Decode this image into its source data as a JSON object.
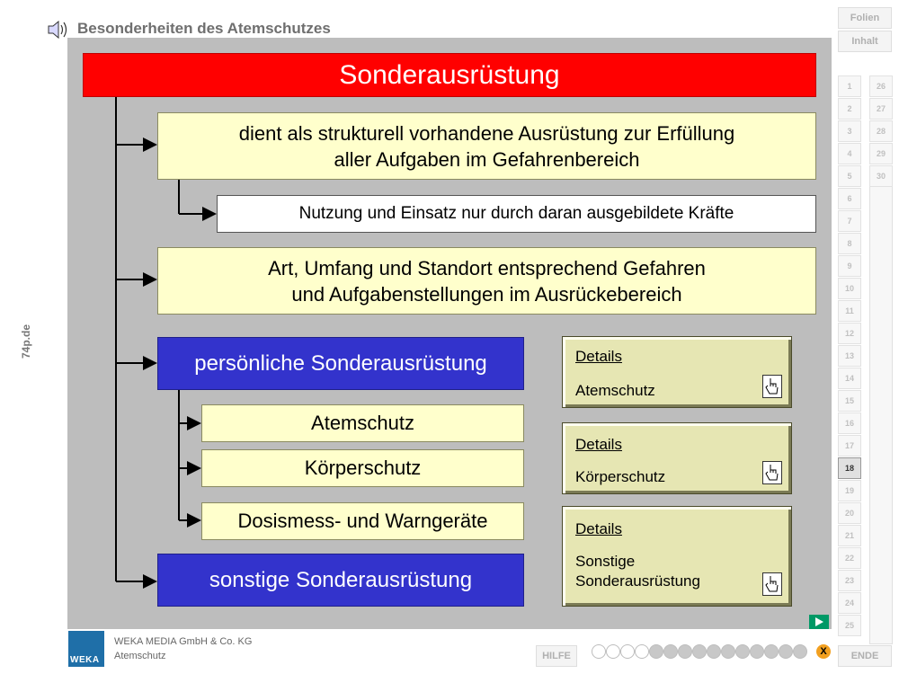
{
  "header": {
    "title": "Besonderheiten des Atemschutzes",
    "side_label": "74p.de"
  },
  "slide": {
    "title": "Sonderausrüstung",
    "items": {
      "dient_line1": "dient als strukturell vorhandene Ausrüstung zur Erfüllung",
      "dient_line2": "aller Aufgaben im Gefahrenbereich",
      "nutzung": "Nutzung und Einsatz nur durch daran ausgebildete Kräfte",
      "art_line1": "Art, Umfang und Standort entsprechend Gefahren",
      "art_line2": "und Aufgabenstellungen im Ausrückebereich",
      "persoenlich": "persönliche Sonderausrüstung",
      "atemschutz": "Atemschutz",
      "koerperschutz": "Körperschutz",
      "dosis": "Dosismess- und Warngeräte",
      "sonstige": "sonstige Sonderausrüstung"
    },
    "details": [
      {
        "head": "Details",
        "text": "Atemschutz"
      },
      {
        "head": "Details",
        "text": "Körperschutz"
      },
      {
        "head": "Details",
        "text_line1": "Sonstige",
        "text_line2": "Sonderausrüstung"
      }
    ]
  },
  "nav": {
    "folien": "Folien",
    "inhalt": "Inhalt",
    "pages_col1": [
      "1",
      "2",
      "3",
      "4",
      "5",
      "6",
      "7",
      "8",
      "9",
      "10",
      "11",
      "12",
      "13",
      "14",
      "15",
      "16",
      "17",
      "18",
      "19",
      "20",
      "21",
      "22",
      "23",
      "24",
      "25"
    ],
    "pages_col2": [
      "26",
      "27",
      "28",
      "29",
      "30"
    ],
    "current_page": "18"
  },
  "footer": {
    "logo": "WEKA",
    "company": "WEKA MEDIA GmbH & Co. KG",
    "topic": "Atemschutz",
    "hilfe": "HILFE",
    "ende": "ENDE",
    "progress_close": "X",
    "progress_done": 11,
    "progress_total": 17
  },
  "colors": {
    "title_red": "#ff0000",
    "box_yellow": "#ffffcc",
    "box_blue": "#3333cc",
    "slide_grey": "#bdbdbd",
    "next_green": "#009966"
  }
}
